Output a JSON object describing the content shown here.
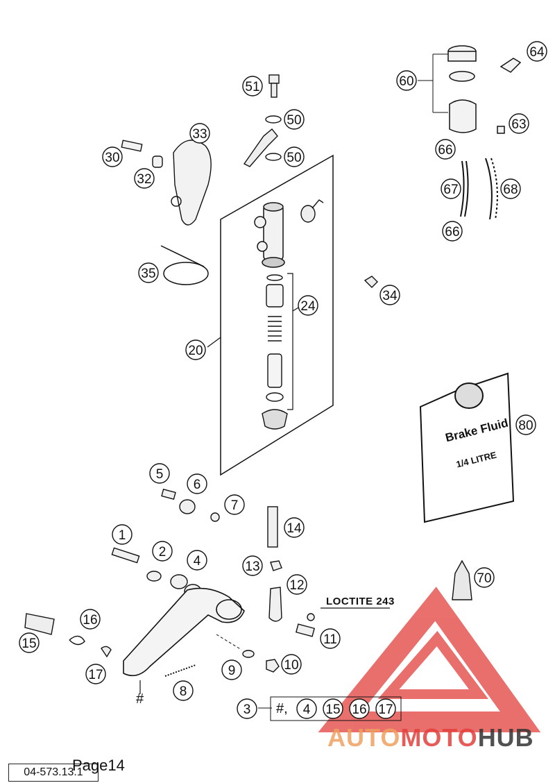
{
  "parts": [
    "1",
    "2",
    "3",
    "4",
    "5",
    "6",
    "7",
    "8",
    "9",
    "10",
    "11",
    "12",
    "13",
    "14",
    "15",
    "16",
    "17",
    "20",
    "24",
    "30",
    "32",
    "33",
    "34",
    "35",
    "50",
    "51",
    "60",
    "63",
    "64",
    "66",
    "67",
    "68",
    "70",
    "80"
  ],
  "hash_mark": "#",
  "kit_line": {
    "hash": "#,",
    "items": [
      "4",
      "15",
      "16",
      "17"
    ]
  },
  "loctite_label": "LOCTITE 243",
  "brake_fluid": {
    "line1": "Brake Fluid",
    "line2": "1/4 LITRE"
  },
  "watermark": {
    "auto": "AUTO",
    "moto": "MOTO",
    "hub": "HUB",
    "color_red": "#e2403c",
    "color_gray": "#333333"
  },
  "page_label": "Page14",
  "ref_code": "04-573.13.1"
}
